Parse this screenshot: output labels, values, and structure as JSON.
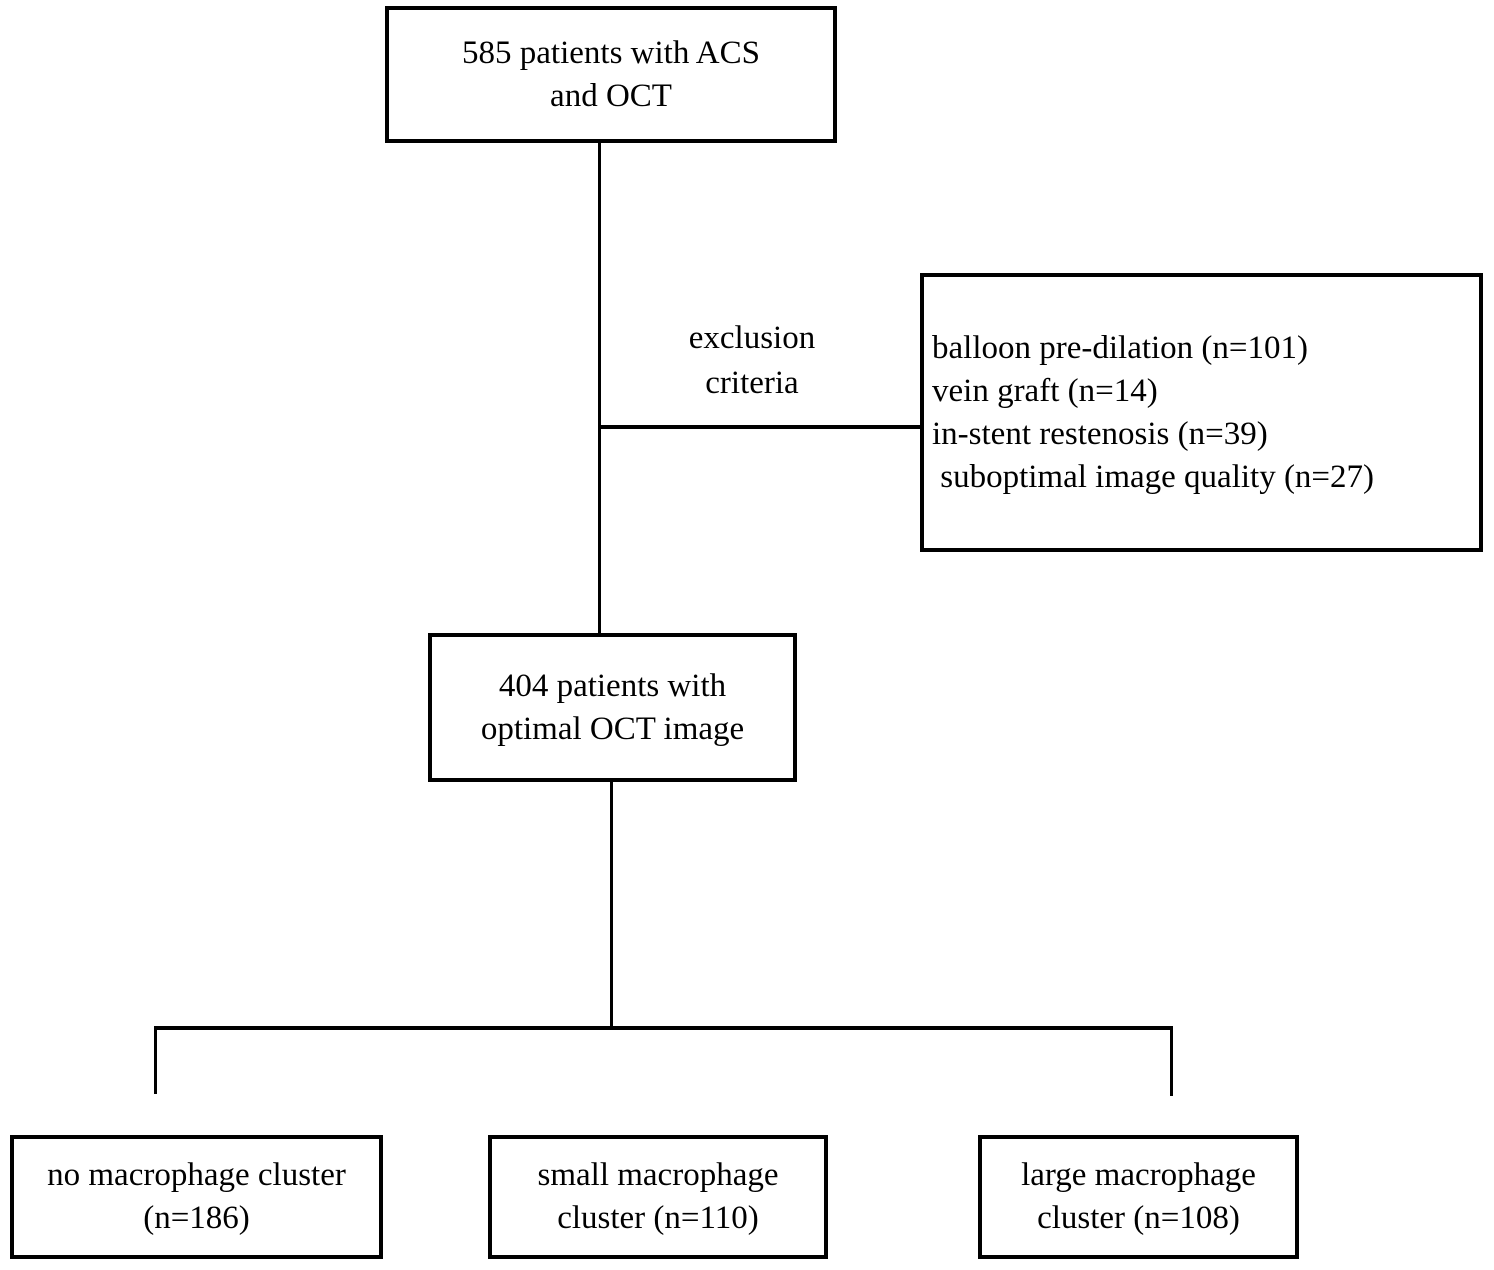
{
  "figure": {
    "type": "flowchart",
    "background_color": "#ffffff",
    "line_color": "#000000",
    "text_color": "#000000"
  },
  "nodes": {
    "top": "585 patients with ACS\nand OCT",
    "exclusion_box": "balloon pre-dilation (n=101)\nvein graft (n=14)\nin-stent restenosis (n=39)\n suboptimal image quality (n=27)",
    "middle": "404 patients with\noptimal OCT image",
    "bottom_left": "no macrophage cluster\n(n=186)",
    "bottom_center": "small macrophage\ncluster (n=110)",
    "bottom_right": "large macrophage\ncluster (n=108)"
  },
  "labels": {
    "exclusion_label": "exclusion\ncriteria"
  }
}
